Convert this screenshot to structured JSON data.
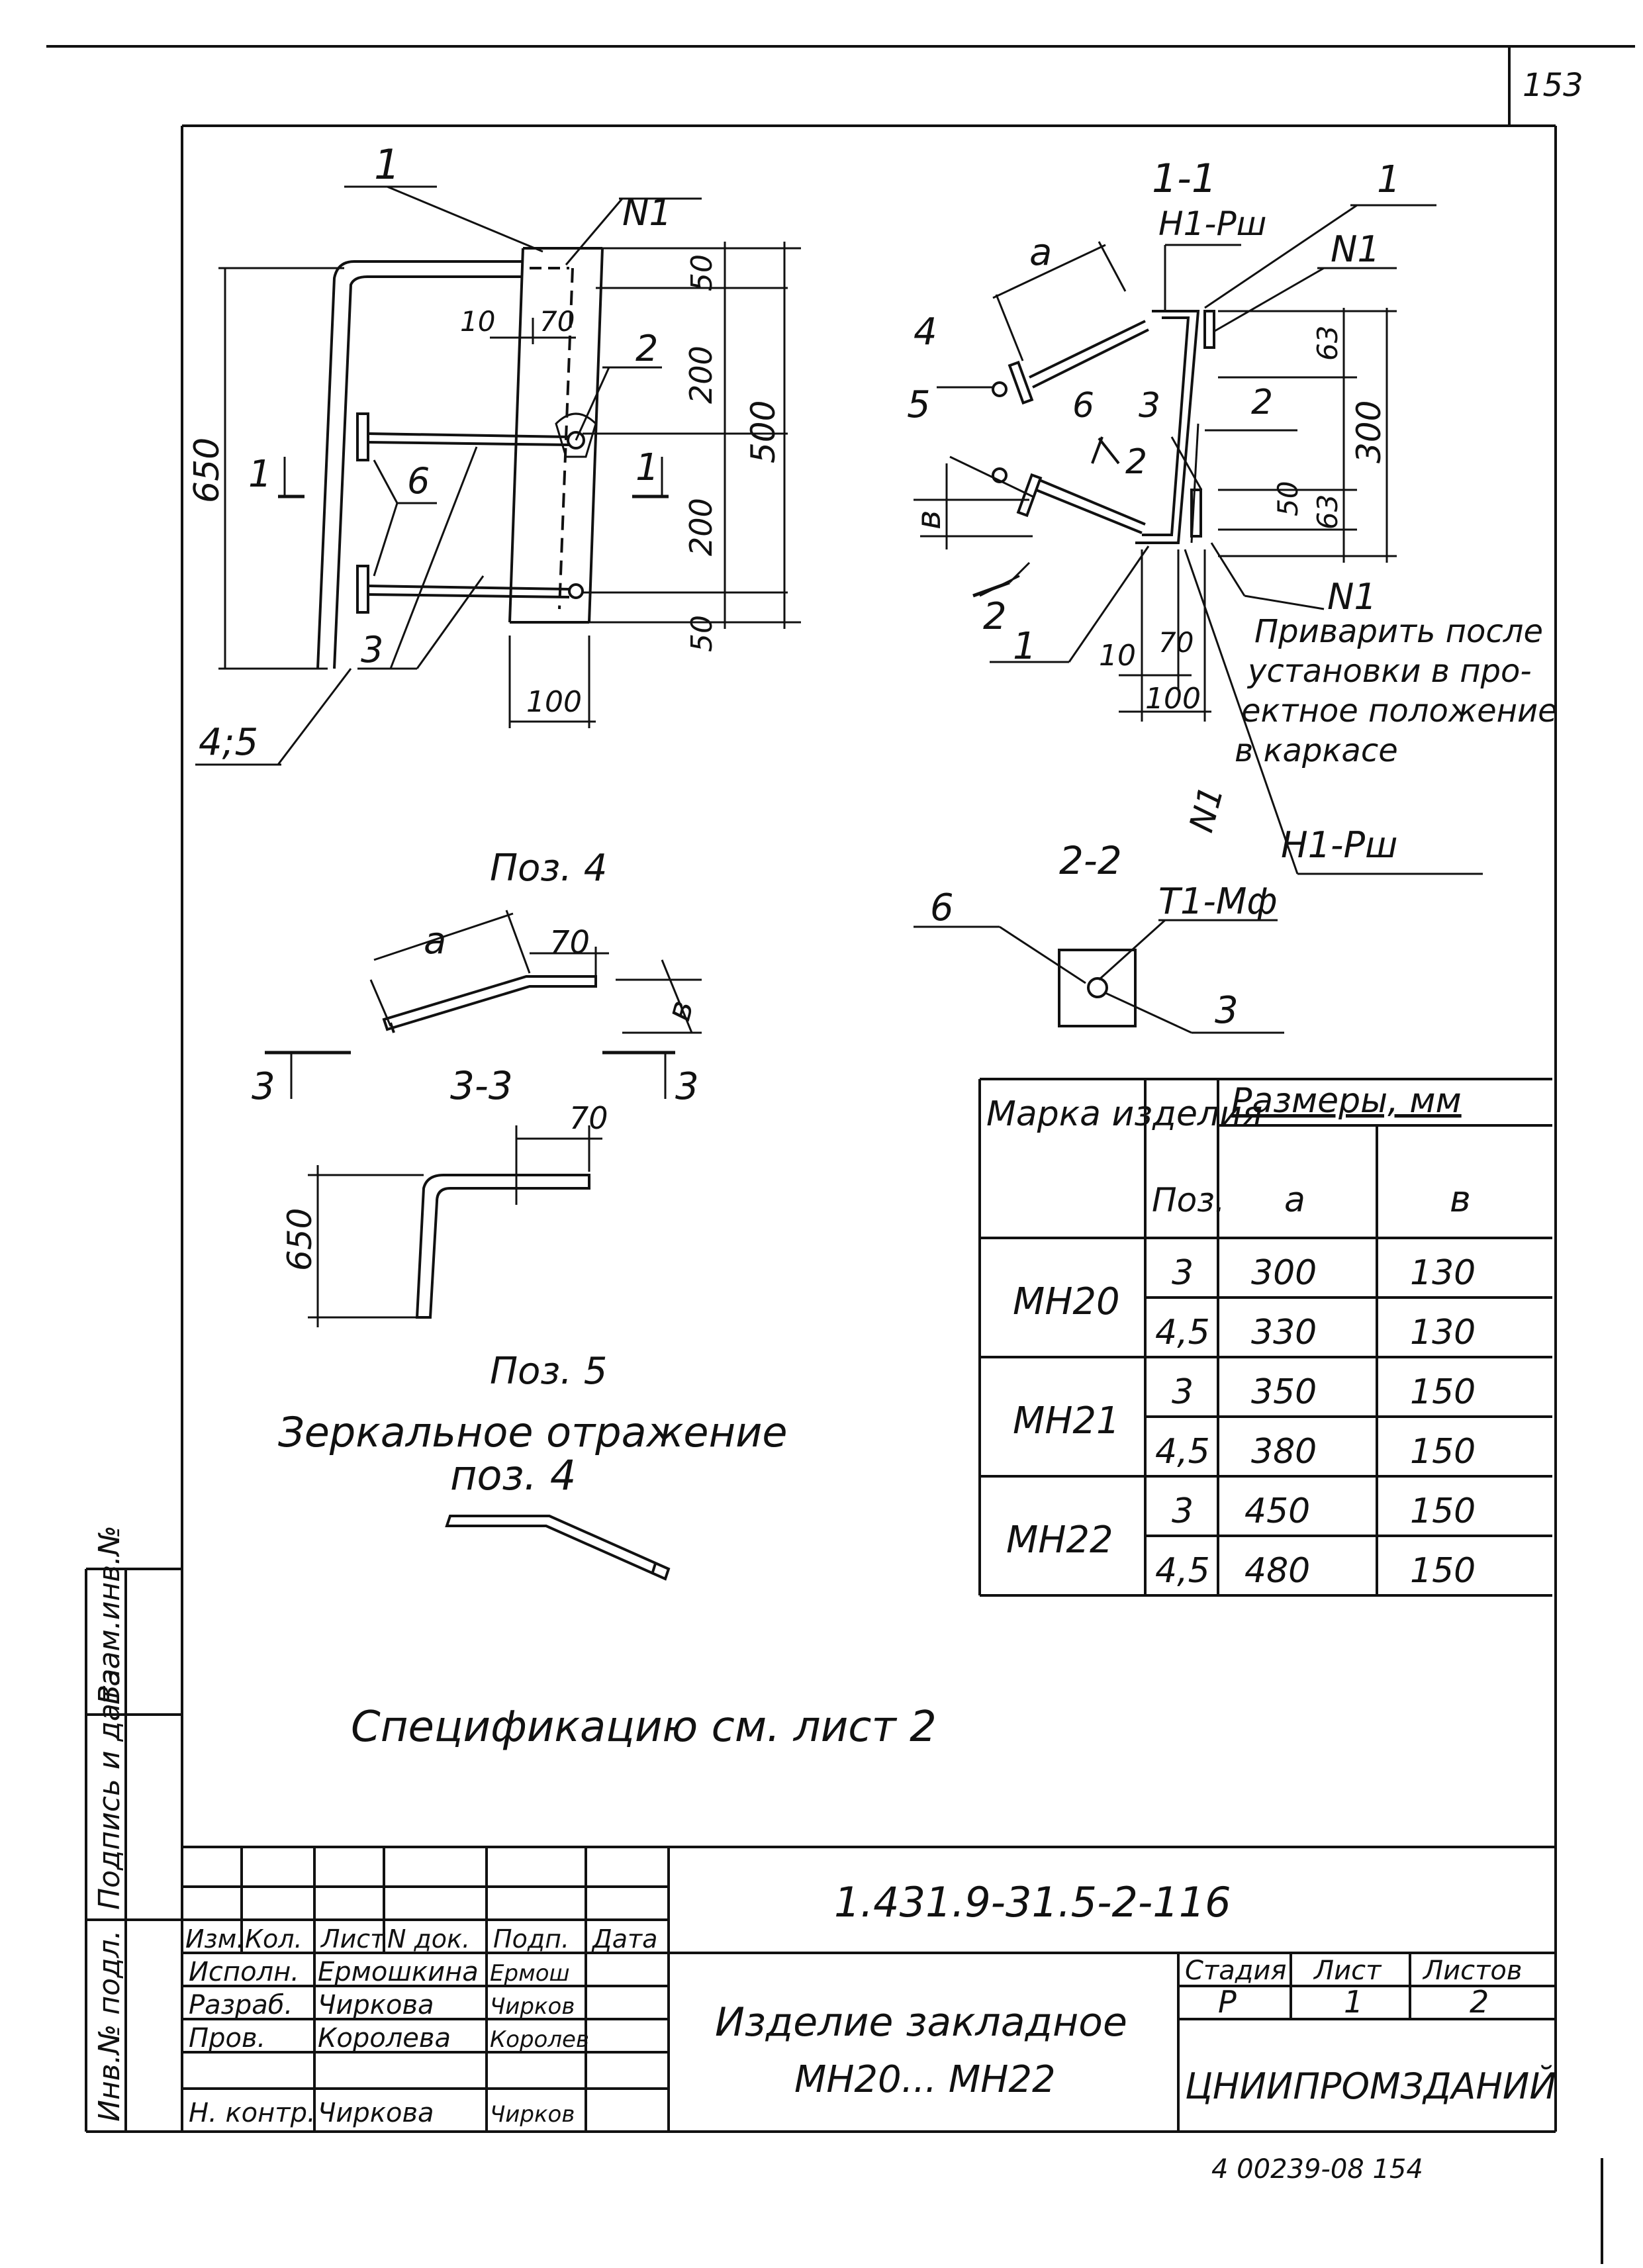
{
  "sheet": {
    "page_number": "153",
    "footer_code": "4 00239-08  154"
  },
  "view_main": {
    "leader_1": "1",
    "node_n1": "N1",
    "leader_2": "2",
    "leader_3": "3",
    "leader_6": "6",
    "leader_45": "4;5",
    "section_mark_1": "1",
    "section_mark_1b": "1",
    "dim_650": "650",
    "dim_10": "10",
    "dim_70": "70",
    "dim_50_top": "50",
    "dim_200_top": "200",
    "dim_500": "500",
    "dim_200_bottom": "200",
    "dim_50_bottom": "50",
    "dim_100": "100"
  },
  "view_section_11": {
    "title": "1-1",
    "weld_top": "Н1-Рш",
    "leader_1_top": "1",
    "node_n1_top": "N1",
    "dim_a": "a",
    "leader_4": "4",
    "leader_5": "5",
    "leader_6": "6",
    "leader_3": "3",
    "leader_2": "2",
    "leader_2b": "2",
    "dim_b": "в",
    "dim_63_top": "63",
    "dim_300": "300",
    "dim_50": "50",
    "dim_63_bottom": "63",
    "section_mark_2": "2",
    "leader_1_bottom": "1",
    "dim_10": "10",
    "dim_70": "70",
    "dim_100": "100",
    "node_n1_bottom": "N1",
    "note_line1": "Приварить после",
    "note_line2": "установки в про-",
    "note_line3": "ектное положение",
    "note_line4": "в каркасе",
    "n1_vertical": "N1",
    "weld_bottom": "Н1-Рш"
  },
  "view_poz4": {
    "title": "Поз. 4",
    "dim_a": "a",
    "dim_70": "70",
    "dim_b": "в",
    "mark_3_left": "3",
    "mark_3_right": "3"
  },
  "view_section_22": {
    "title": "2-2",
    "leader_6": "6",
    "weld": "Т1-Мф",
    "leader_3": "3"
  },
  "view_section_33": {
    "title": "3-3",
    "dim_70": "70",
    "dim_650": "650"
  },
  "view_poz5": {
    "title": "Поз. 5",
    "note_line1": "Зеркальное отражение",
    "note_line2": "поз. 4"
  },
  "spec_note": "Спецификацию см. лист 2",
  "size_table": {
    "header_mark": "Марка изделия",
    "header_pos": "Поз.",
    "header_sizes": "Размеры, мм",
    "header_a": "a",
    "header_b": "в",
    "groups": [
      {
        "mark": "МН20",
        "rows": [
          {
            "pos": "3",
            "a": "300",
            "b": "130"
          },
          {
            "pos": "4,5",
            "a": "330",
            "b": "130"
          }
        ]
      },
      {
        "mark": "МН21",
        "rows": [
          {
            "pos": "3",
            "a": "350",
            "b": "150"
          },
          {
            "pos": "4,5",
            "a": "380",
            "b": "150"
          }
        ]
      },
      {
        "mark": "МН22",
        "rows": [
          {
            "pos": "3",
            "a": "450",
            "b": "150"
          },
          {
            "pos": "4,5",
            "a": "480",
            "b": "150"
          }
        ]
      }
    ]
  },
  "side_stamp": {
    "inv_orig": "Инв.№ подл.",
    "signature_date": "Подпись и дата",
    "inv_replace": "Взам.инв.№"
  },
  "title_block": {
    "document_code": "1.431.9-31.5-2-116",
    "col_izm": "Изм.",
    "col_kol": "Кол.",
    "col_list": "Лист",
    "col_ndok": "N док.",
    "col_podp": "Подп.",
    "col_data": "Дата",
    "roles": [
      {
        "role": "Исполн.",
        "name": "Ермошкина",
        "sign": "Ермош"
      },
      {
        "role": "Разраб.",
        "name": "Чиркова",
        "sign": "Чирков"
      },
      {
        "role": "Пров.",
        "name": "Королева",
        "sign": "Королев"
      },
      {
        "role": "",
        "name": "",
        "sign": ""
      },
      {
        "role": "Н. контр.",
        "name": "Чиркова",
        "sign": "Чирков"
      }
    ],
    "product_line1": "Изделие закладное",
    "product_line2": "МН20... МН22",
    "stage_label": "Стадия",
    "sheet_label": "Лист",
    "sheets_label": "Листов",
    "stage_value": "Р",
    "sheet_value": "1",
    "sheets_value": "2",
    "organization": "ЦНИИПРОМЗДАНИЙ"
  }
}
